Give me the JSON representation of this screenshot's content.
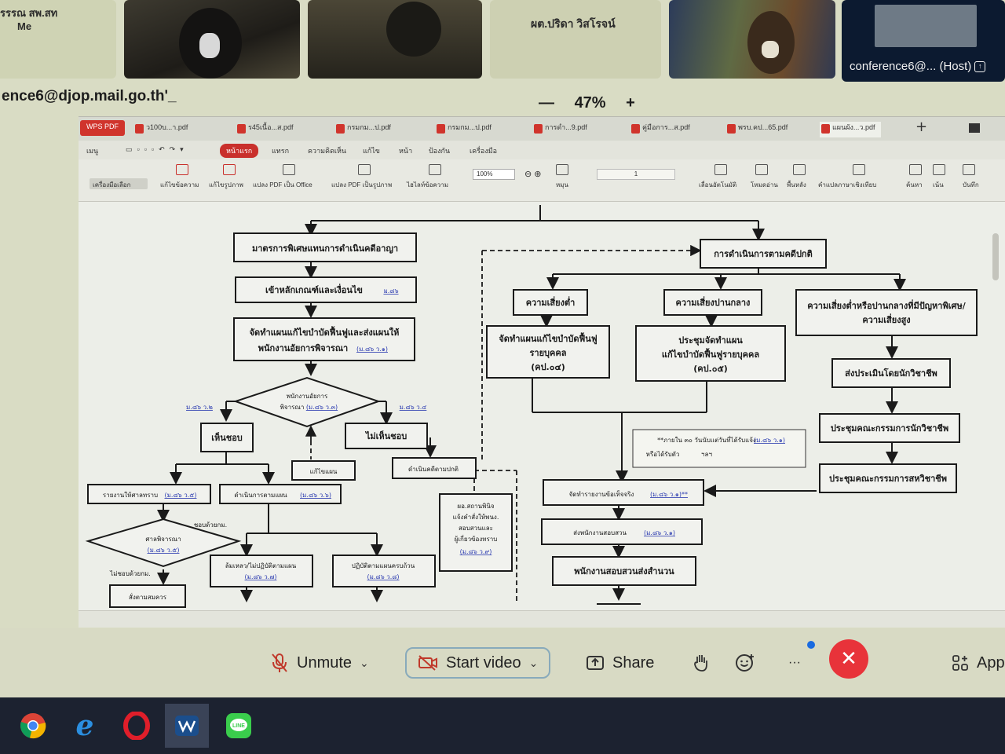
{
  "participants": [
    {
      "name": "รรรณ สพ.สท",
      "sub": "Me"
    },
    {
      "name": ""
    },
    {
      "name": ""
    },
    {
      "name": "ผต.ปริดา วิสโรจน์"
    },
    {
      "name": ""
    },
    {
      "name": "conference6@... (Host)"
    }
  ],
  "host_email": "ence6@djop.mail.go.th'_",
  "zoom": {
    "minus": "—",
    "level": "47%",
    "plus": "+"
  },
  "wps": {
    "brand": "WPS PDF",
    "tabs": [
      "ว100บ...า.pdf",
      "ร45เนื้อ...ส.pdf",
      "กรมกม...ป.pdf",
      "กรมกม...ป.pdf",
      "การดำ...9.pdf",
      "คู่มือการ...ส.pdf",
      "พรบ.คป...65.pdf",
      "แผนผัง...ว.pdf"
    ],
    "menu_label": "เมนู",
    "menus": [
      "หน้าแรก",
      "แทรก",
      "ความคิดเห็น",
      "แก้ไข",
      "หน้า",
      "ป้องกัน",
      "เครื่องมือ"
    ],
    "ribbon": [
      "เครื่องมือเลือก",
      "แก้ไขข้อความ",
      "แก้ไขรูปภาพ",
      "แปลง PDF เป็น Office",
      "แปลง PDF เป็นรูปภาพ",
      "ไฮไลท์ข้อความ",
      "หมุน",
      "เลื่อนอัตโนมัติ",
      "โหมดอ่าน",
      "พื้นหลัง",
      "คำแปลภาษาเชิงเทียบ",
      "ค้นหา",
      "เน้น",
      "บันทึก"
    ],
    "zoom_field": "100%",
    "page_field": "1"
  },
  "flowchart": {
    "left_top": "มาตรการพิเศษแทนการดำเนินคดีอาญา",
    "left_2": "เข้าหลักเกณฑ์และเงื่อนไข",
    "left_2_ref": "ม.๘๖",
    "left_3a": "จัดทำแผนแก้ไขบำบัดฟื้นฟูและส่งแผนให้",
    "left_3b": "พนักงานอัยการพิจารณา",
    "left_3_ref": "(ม.๘๖ ว.๑)",
    "diamond1a": "พนักงานอัยการ",
    "diamond1b": "พิจารณา",
    "diamond1_ref": "(ม.๘๖ ว.๓)",
    "left_ref": "ม.๘๖ ว.๒",
    "right_ref": "ม.๘๖ ว.๔",
    "agree": "เห็นชอบ",
    "disagree": "ไม่เห็นชอบ",
    "fix_plan": "แก้ไขแผน",
    "prosecute": "ดำเนินคดีตามปกติ",
    "report_court": "รายงานให้ศาลทราบ",
    "report_court_ref": "(ม.๘๖ ว.๕)",
    "follow_plan": "ดำเนินการตามแผน",
    "follow_plan_ref": "(ม.๘๖ ว.๖)",
    "court_agree": "ชอบด้วยกม.",
    "court_diamond_a": "ศาลพิจารณา",
    "court_diamond_ref": "(ม.๘๖ ว.๕)",
    "court_disagree": "ไม่ชอบด้วยกม.",
    "court_order": "สั่งตามสมควร",
    "fail_plan": "ล้มเหลว/ไม่ปฏิบัติตามแผน",
    "fail_plan_ref": "(ม.๘๖ ว.๗)",
    "done_plan": "ปฏิบัติตามแผนครบถ้วน",
    "done_plan_ref": "(ม.๘๖ ว.๘)",
    "notify_a": "ผอ.สถานพินิจ",
    "notify_b": "แจ้งคำสั่งให้พนง.",
    "notify_c": "สอบสวนและ",
    "notify_d": "ผู้เกี่ยวข้องทราบ",
    "notify_ref": "(ม.๘๖ ว.๙)",
    "right_top": "การดำเนินการตามคดีปกติ",
    "risk_low": "ความเสี่ยงต่ำ",
    "risk_mid": "ความเสี่ยงปานกลาง",
    "risk_high_a": "ความเสี่ยงต่ำหรือปานกลางที่มีปัญหาพิเศษ/",
    "risk_high_b": "ความเสี่ยงสูง",
    "low_box_a": "จัดทำแผนแก้ไขบำบัดฟื้นฟู",
    "low_box_b": "รายบุคคล",
    "low_box_c": "(คป.๐๔)",
    "mid_box_a": "ประชุมจัดทำแผน",
    "mid_box_b": "แก้ไขบำบัดฟื้นฟูรายบุคคล",
    "mid_box_c": "(คป.๐๕)",
    "assess": "ส่งประเมินโดยนักวิชาชีพ",
    "meet_pro": "ประชุมคณะกรรมการนักวิชาชีพ",
    "meet_multi": "ประชุมคณะกรรมการสหวิชาชีพ",
    "note_a": "**ภายใน ๓๐ วันนับแต่วันที่ได้รับแจ้ง",
    "note_ref": "(ม.๘๖ ว.๑)",
    "note_b": "หรือได้รับตัว",
    "note_c": "ฯลฯ",
    "fact_report": "จัดทำรายงานข้อเท็จจริง",
    "fact_report_ref": "(ม.๘๖ ว.๑)**",
    "send_inv": "ส่งพนักงานสอบสวน",
    "send_inv_ref": "(ม.๘๖ ว.๑)",
    "inv_send": "พนักงานสอบสวนส่งสำนวน"
  },
  "toolbar": {
    "unmute": "Unmute",
    "start_video": "Start video",
    "share": "Share",
    "apps": "App"
  },
  "colors": {
    "leave": "#e8333a",
    "wps": "#d0342c",
    "link": "#2a3ab0"
  }
}
